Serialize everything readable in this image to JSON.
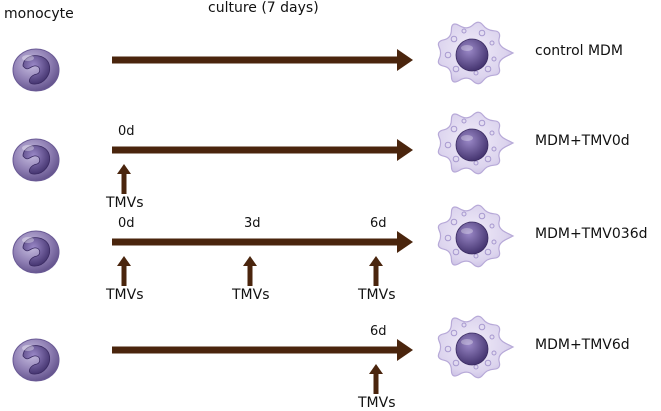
{
  "header": {
    "cell_type": "monocyte",
    "culture": "culture (7 days)"
  },
  "stimulus_label": "TMVs",
  "colors": {
    "arrow": "#4a250d",
    "monocyte_outer": "#7b6aa0",
    "monocyte_nucleus": "#4b3a73",
    "mdm_body": "#ddd6ef",
    "mdm_nucleus": "#5d4a8e"
  },
  "rows": [
    {
      "outcome": "control MDM",
      "days": [],
      "day_labels": []
    },
    {
      "outcome": "MDM+TMV0d",
      "days": [
        0
      ],
      "day_labels": [
        "0d"
      ]
    },
    {
      "outcome": "MDM+TMV036d",
      "days": [
        0,
        3,
        6
      ],
      "day_labels": [
        "0d",
        "3d",
        "6d"
      ]
    },
    {
      "outcome": "MDM+TMV6d",
      "days": [
        6
      ],
      "day_labels": [
        "6d"
      ]
    }
  ]
}
